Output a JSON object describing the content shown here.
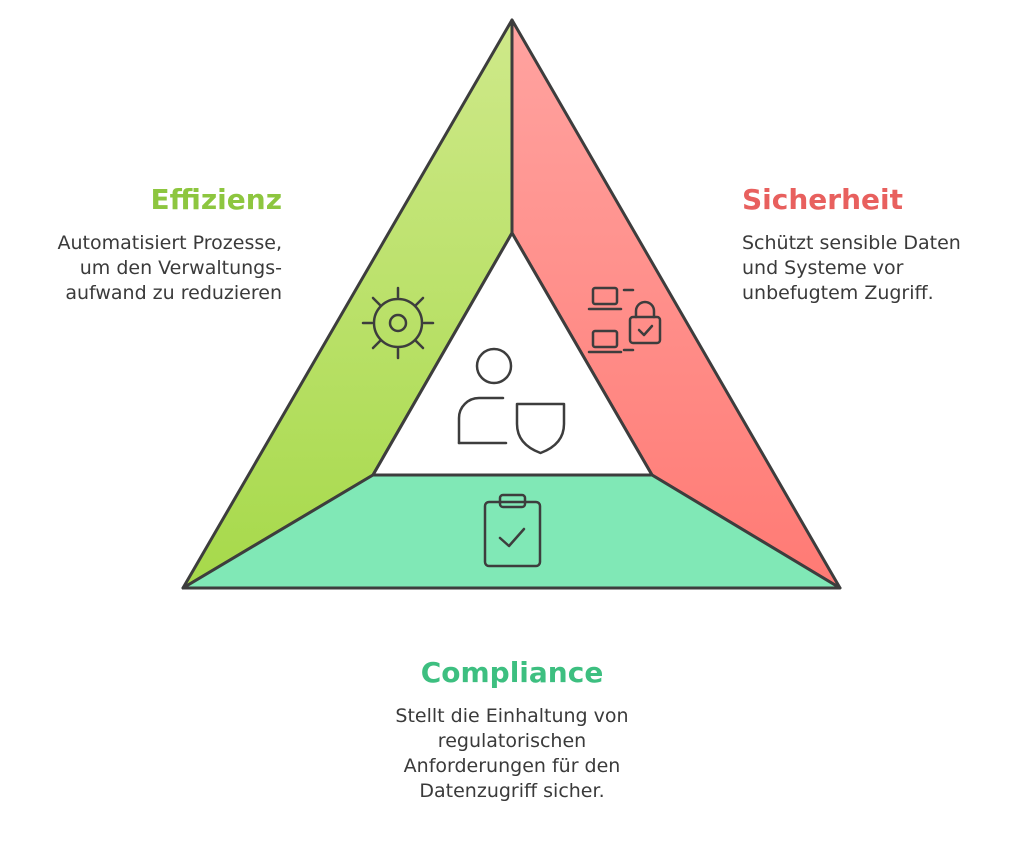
{
  "colors": {
    "efficiency": "#8dc63f",
    "security": "#e8605e",
    "compliance": "#3dbf80",
    "efficiency_fill": "#c2e57a",
    "security_fill": "#ff8f8b",
    "compliance_fill": "#80e8b6",
    "stroke": "#3d3d3d"
  },
  "sections": {
    "efficiency": {
      "title": "Effizienz",
      "description": "Automatisiert Prozesse,\num den Verwaltungs-\naufwand zu reduzieren",
      "icon": "gear-icon"
    },
    "security": {
      "title": "Sicherheit",
      "description": "Schützt sensible Daten\nund Systeme vor\nunbefugtem Zugriff.",
      "icon": "laptops-lock-icon"
    },
    "compliance": {
      "title": "Compliance",
      "description": "Stellt die Einhaltung von\nregulatorischen\nAnforderungen für den\nDatenzugriff sicher.",
      "icon": "clipboard-check-icon"
    },
    "center": {
      "icon": "user-shield-icon"
    }
  }
}
